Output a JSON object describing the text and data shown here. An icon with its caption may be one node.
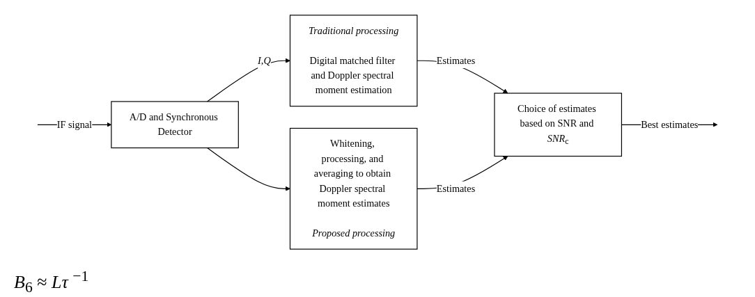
{
  "diagram": {
    "nodes": [
      {
        "text": [
          "A/D and Synchronous Detector"
        ]
      },
      {
        "text": [
          "Traditional processing",
          "Digital matched filter and Doppler spectral moment estimation"
        ]
      },
      {
        "text": [
          "Whitening, processing, and averaging to obtain Doppler spectral moment estimates",
          "Proposed processing"
        ]
      },
      {
        "text": [
          "Choice of estimates based on SNR and *SNR*$_{c}$"
        ]
      }
    ],
    "edges": [
      {
        "from": null,
        "to": 0,
        "arrow": "to",
        "label": "IF signal"
      },
      {
        "from": 0,
        "to": 1,
        "arrow": "to",
        "label": "*I*,*Q*"
      },
      {
        "from": 0,
        "to": 2,
        "arrow": "to"
      },
      {
        "from": 1,
        "to": 3,
        "arrow": "to",
        "label": "Estimates"
      },
      {
        "from": 2,
        "to": 3,
        "arrow": "to",
        "label": "Estimates"
      },
      {
        "from": 3,
        "to": null,
        "arrow": "to",
        "label": "Best estimates"
      }
    ],
    "labels": [
      "*B*$_{6}$ ≈ *Lτ* $^{−1}$"
    ]
  }
}
